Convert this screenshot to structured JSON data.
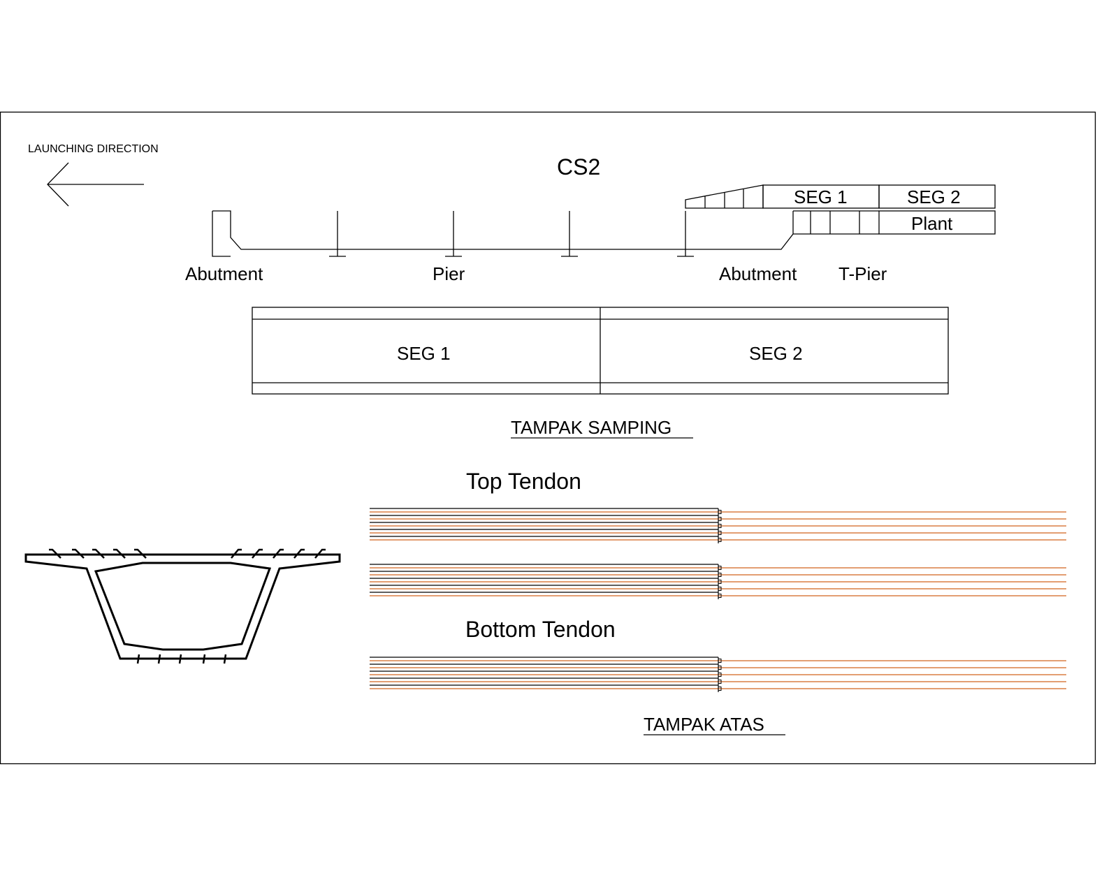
{
  "launching_direction": "LAUNCHING DIRECTION",
  "stage_title": "CS2",
  "side_view": {
    "labels": {
      "abutment_left": "Abutment",
      "pier": "Pier",
      "abutment_right": "Abutment",
      "t_pier": "T-Pier"
    },
    "casting_yard": {
      "seg1": "SEG 1",
      "seg2": "SEG 2",
      "plant": "Plant"
    },
    "segments": [
      "SEG 1",
      "SEG 2"
    ],
    "caption": "TAMPAK SAMPING"
  },
  "top_view": {
    "top_tendon_label": "Top Tendon",
    "bottom_tendon_label": "Bottom Tendon",
    "caption": "TAMPAK ATAS"
  },
  "colors": {
    "tendon": "#d2641e",
    "line": "#000000"
  }
}
